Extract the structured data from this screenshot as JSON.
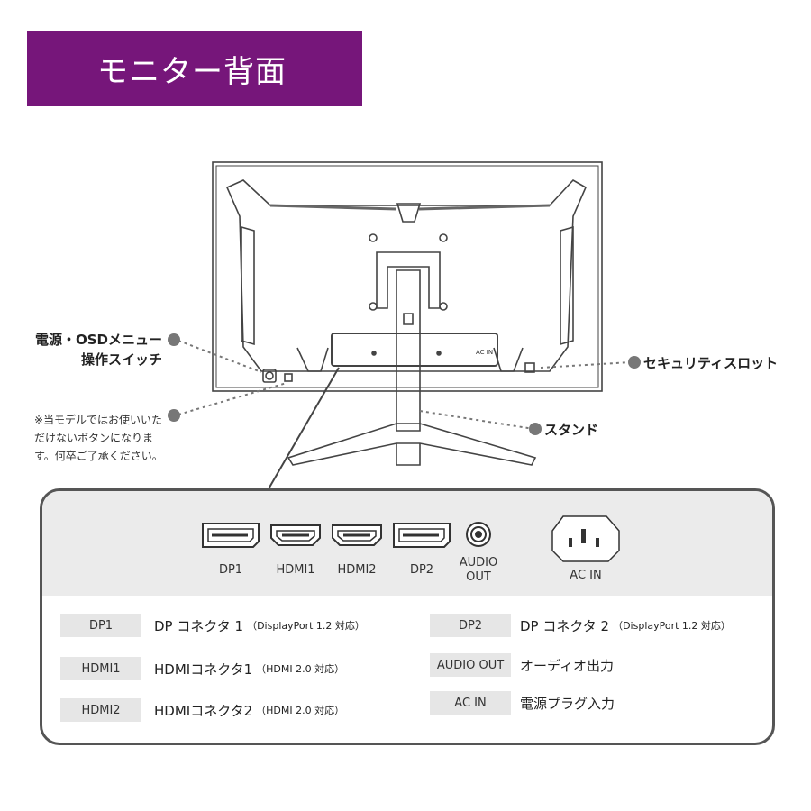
{
  "title": "モニター背面",
  "callouts": {
    "power_line1": "電源・OSDメニュー",
    "power_line2": "操作スイッチ",
    "security_slot": "セキュリティスロット",
    "stand": "スタンド"
  },
  "note": "※当モデルではお使いいただけないボタンになります。何卒ご了承ください。",
  "monitor": {
    "mini_port_label": "AC IN"
  },
  "ports": [
    {
      "label": "DP1",
      "icon": "displayport-icon"
    },
    {
      "label": "HDMI1",
      "icon": "hdmi-icon"
    },
    {
      "label": "HDMI2",
      "icon": "hdmi-icon"
    },
    {
      "label": "DP2",
      "icon": "displayport-icon"
    },
    {
      "label": "AUDIO\nOUT",
      "icon": "audio-jack-icon"
    },
    {
      "label": "AC IN",
      "icon": "ac-inlet-icon"
    }
  ],
  "specs_left": [
    {
      "key": "DP1",
      "value": "DP コネクタ 1",
      "detail": "（DisplayPort 1.2 対応）"
    },
    {
      "key": "HDMI1",
      "value": "HDMIコネクタ1",
      "detail": "（HDMI 2.0 対応）"
    },
    {
      "key": "HDMI2",
      "value": "HDMIコネクタ2",
      "detail": "（HDMI 2.0 対応）"
    }
  ],
  "specs_right": [
    {
      "key": "DP2",
      "value": "DP コネクタ 2",
      "detail": "（DisplayPort 1.2 対応）"
    },
    {
      "key": "AUDIO OUT",
      "value": "オーディオ出力",
      "detail": ""
    },
    {
      "key": "AC IN",
      "value": "電源プラグ入力",
      "detail": ""
    }
  ],
  "colors": {
    "banner": "#76167a",
    "outline": "#555555",
    "panel_top": "#ebebeb",
    "key_bg": "#e6e6e6"
  }
}
